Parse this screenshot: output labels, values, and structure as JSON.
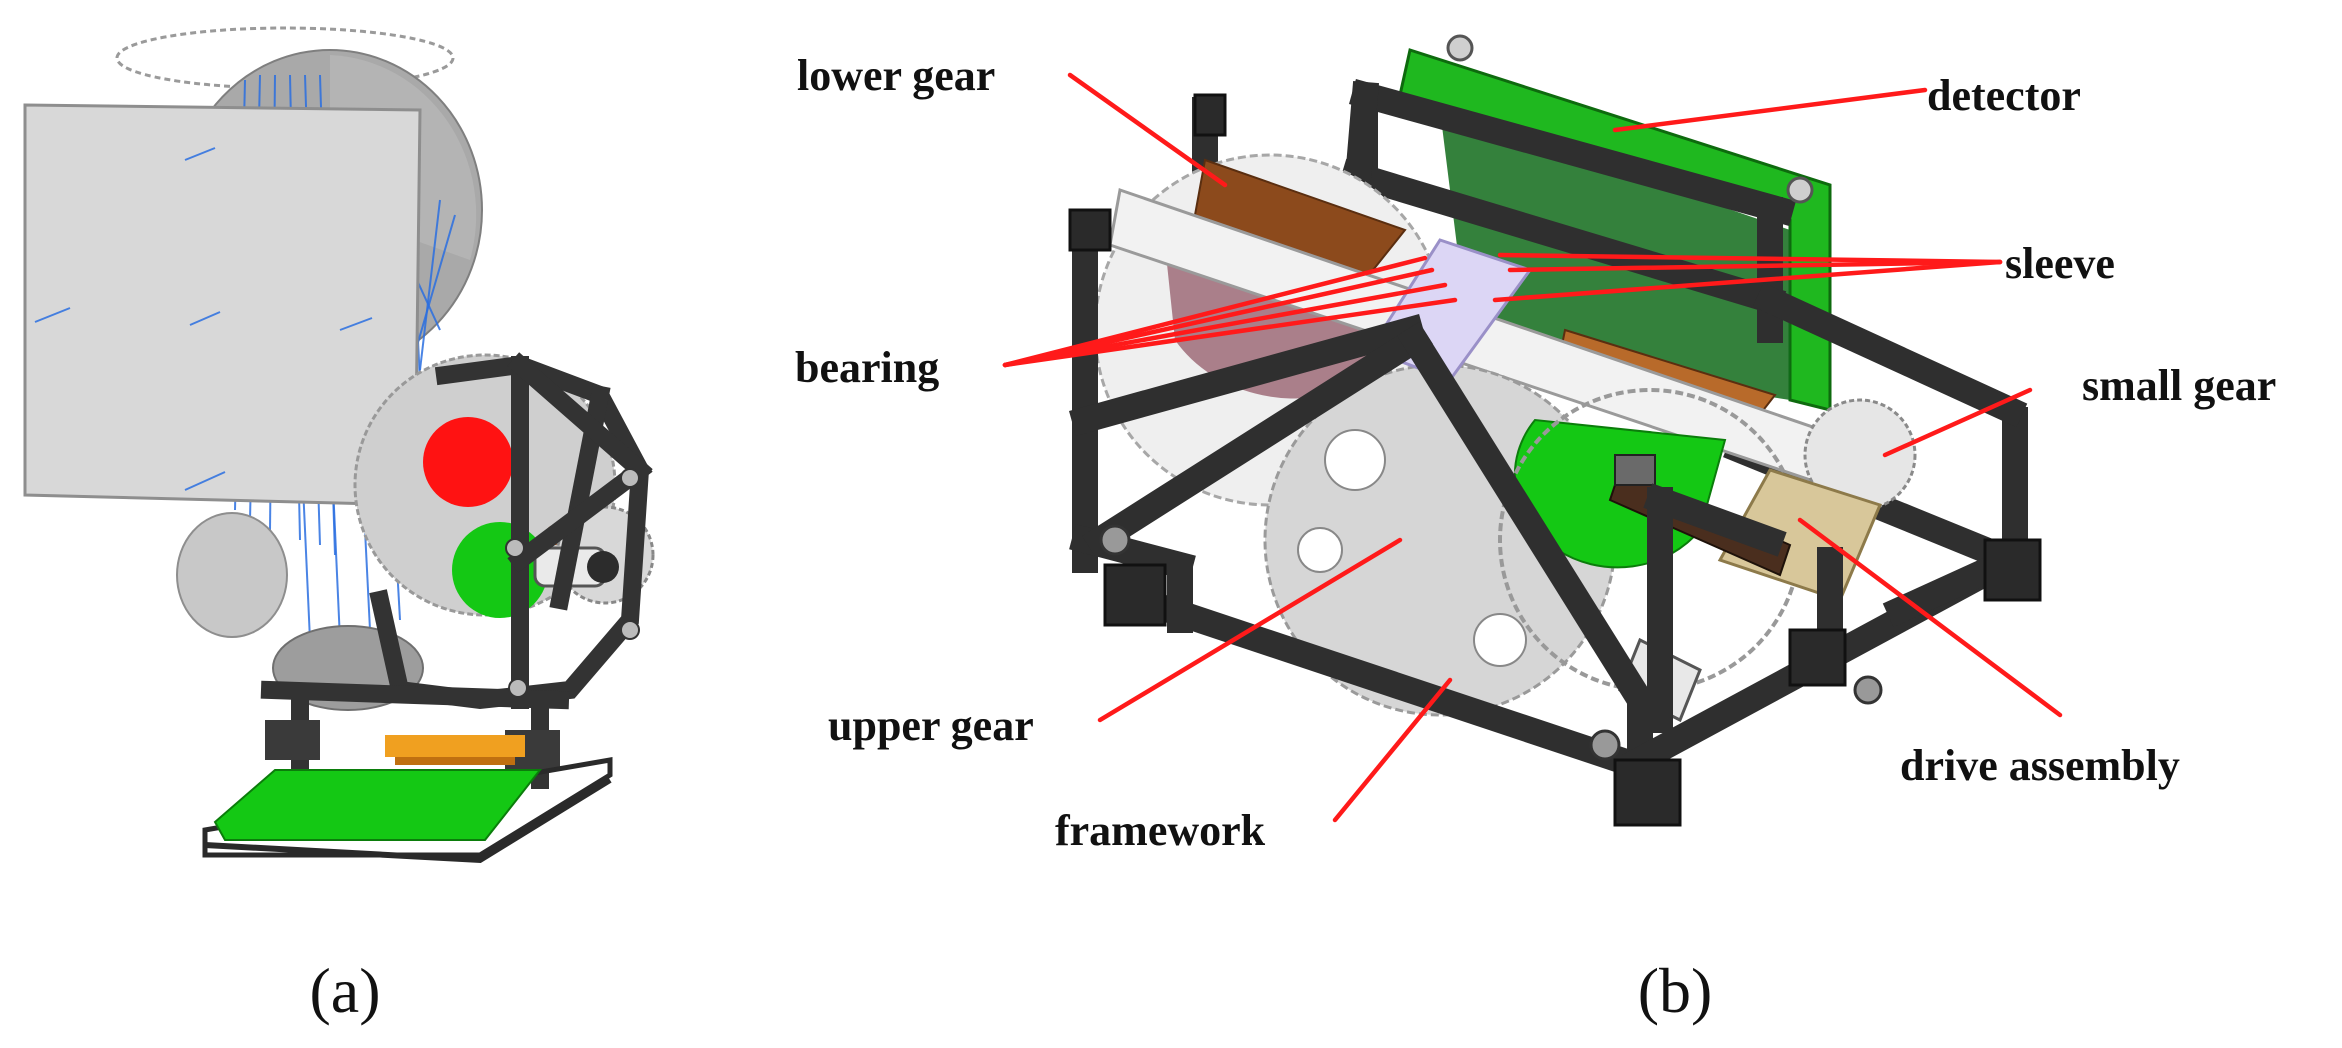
{
  "panel_a": {
    "caption": "(a)"
  },
  "panel_b": {
    "caption": "(b)",
    "labels": {
      "lower_gear": "lower gear",
      "detector": "detector",
      "sleeve": "sleeve",
      "bearing": "bearing",
      "small_gear": "small gear",
      "upper_gear": "upper gear",
      "drive_assembly": "drive assembly",
      "framework": "framework"
    }
  },
  "colors": {
    "leader_line": "#ff1a1a",
    "frame": "#333333",
    "filter_red": "#ff1212",
    "filter_green": "#14c814",
    "filter_orange": "#b45a1e",
    "filter_mauve": "#9e6b78",
    "detector_board": "#1fb81f",
    "sleeve": "#dcd6f5",
    "drive_assembly": "#d8c79a",
    "ray": "#2a6fe0"
  }
}
